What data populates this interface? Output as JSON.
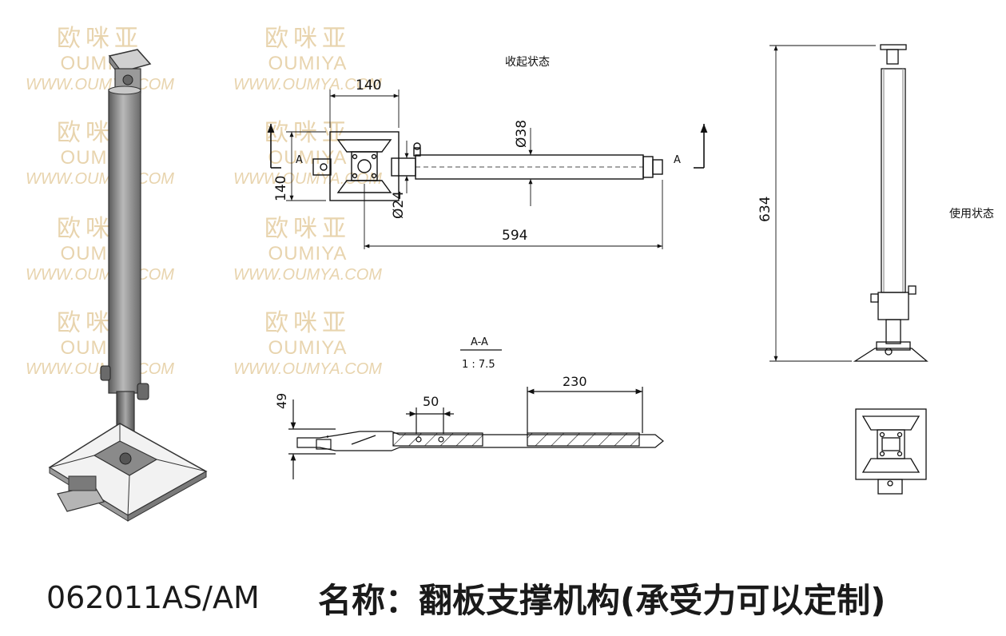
{
  "watermark": {
    "brand_cn": "欧咪亚",
    "brand_en": "OUMIYA",
    "url": "WWW.OUMYA.COM"
  },
  "drawing": {
    "state_collapsed": "收起状态",
    "state_in_use": "使用状态",
    "section_marker": "A",
    "section_title": "A-A",
    "section_scale": "1 : 7.5",
    "dims": {
      "plate_width": "140",
      "plate_height": "140",
      "tube_diameter": "Ø38",
      "pin_diameter": "Ø24",
      "total_length": "594",
      "height_in_use": "634",
      "section_height": "49",
      "hole_spacing": "50",
      "slot_length": "230"
    }
  },
  "footer": {
    "model": "062011AS/AM",
    "name": "名称：翻板支撑机构(承受力可以定制)"
  }
}
